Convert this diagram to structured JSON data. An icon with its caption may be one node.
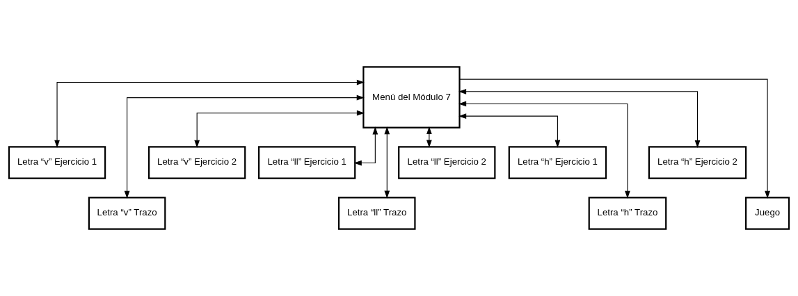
{
  "diagram": {
    "nodes": [
      {
        "text": [
          "Menú del Módulo 7"
        ]
      },
      {
        "text": [
          "Letra “v” Ejercicio 1"
        ]
      },
      {
        "text": [
          "Letra “v” Trazo"
        ]
      },
      {
        "text": [
          "Letra “v” Ejercicio 2"
        ]
      },
      {
        "text": [
          "Letra “ll” Ejercicio 1"
        ]
      },
      {
        "text": [
          "Letra “ll” Trazo"
        ]
      },
      {
        "text": [
          "Letra “ll” Ejercicio 2"
        ]
      },
      {
        "text": [
          "Letra “h” Ejercicio 1"
        ]
      },
      {
        "text": [
          "Letra “h” Trazo"
        ]
      },
      {
        "text": [
          "Letra “h” Ejercicio 2"
        ]
      },
      {
        "text": [
          "Juego"
        ]
      }
    ],
    "edges": [
      {
        "from": 0,
        "to": 1,
        "arrow": "both"
      },
      {
        "from": 0,
        "to": 2,
        "arrow": "both"
      },
      {
        "from": 0,
        "to": 3,
        "arrow": "both"
      },
      {
        "from": 0,
        "to": 4,
        "arrow": "both"
      },
      {
        "from": 0,
        "to": 5,
        "arrow": "both"
      },
      {
        "from": 0,
        "to": 6,
        "arrow": "both"
      },
      {
        "from": 0,
        "to": 7,
        "arrow": "both"
      },
      {
        "from": 0,
        "to": 8,
        "arrow": "both"
      },
      {
        "from": 0,
        "to": 9,
        "arrow": "both"
      },
      {
        "from": 0,
        "to": 10,
        "arrow": "to"
      }
    ]
  }
}
